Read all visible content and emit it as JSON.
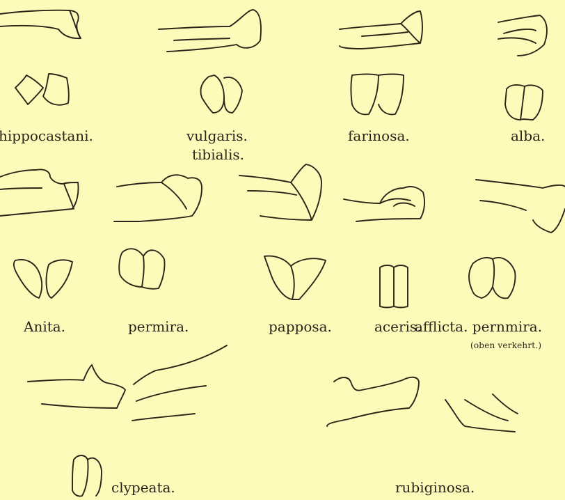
{
  "labels": {
    "hippocastani": "hippocastani.",
    "vulgaris": "vulgaris.",
    "tibialis": "tibialis.",
    "farinosa": "farinosa.",
    "alba": "alba.",
    "anita": "Anita.",
    "permira": "permira.",
    "papposa": "papposa.",
    "aceris": "aceris.",
    "afflicta": "afflicta. pernmira.",
    "note": "(oben verkehrt.)",
    "clypeata": "clypeata.",
    "rubiginosa": "rubiginosa."
  }
}
